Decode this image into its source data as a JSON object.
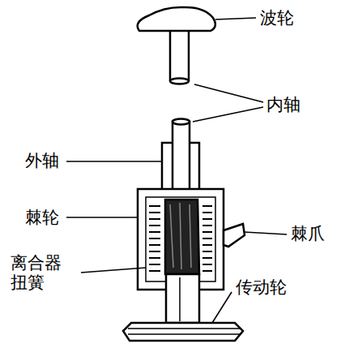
{
  "diagram": {
    "labels": [
      "波轮",
      "内轴",
      "外轴",
      "棘轮",
      "棘爪",
      "离合器 扭簧",
      "传动轮"
    ]
  }
}
